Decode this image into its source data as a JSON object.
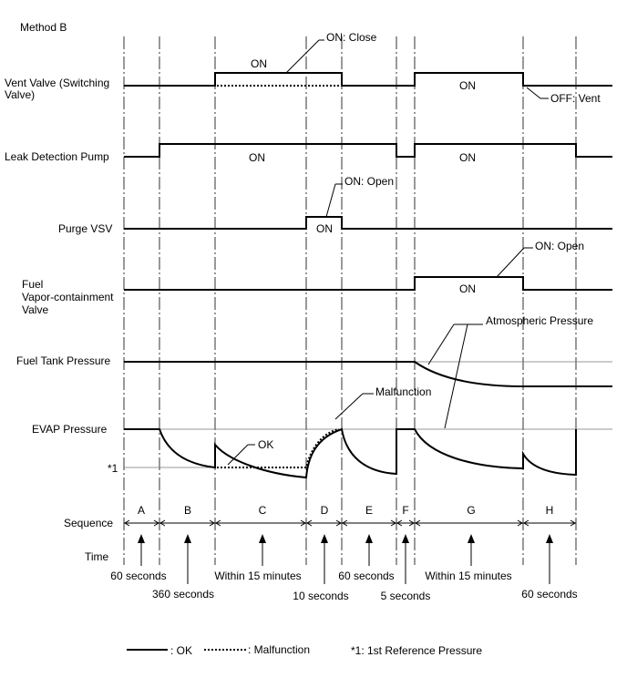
{
  "method": "Method B",
  "signals": {
    "vent_valve_line1": "Vent Valve (Switching",
    "vent_valve_line2": "Valve)",
    "leak_pump": "Leak Detection Pump",
    "purge_vsv": "Purge VSV",
    "fuel_valve_line1": "Fuel",
    "fuel_valve_line2": "Vapor-containment",
    "fuel_valve_line3": "Valve",
    "fuel_tank_pressure": "Fuel Tank Pressure",
    "evap_pressure": "EVAP Pressure",
    "reference_marker": "*1",
    "sequence": "Sequence",
    "time": "Time"
  },
  "state_labels": {
    "on": "ON",
    "on_close": "ON: Close",
    "on_open": "ON: Open",
    "off_vent": "OFF: Vent",
    "atmospheric_pressure": "Atmospheric Pressure",
    "malfunction": "Malfunction",
    "ok": "OK"
  },
  "sequence_steps": [
    "A",
    "B",
    "C",
    "D",
    "E",
    "F",
    "G",
    "H"
  ],
  "time_labels": {
    "a": "60 seconds",
    "b": "360 seconds",
    "c": "Within 15 minutes",
    "d": "10 seconds",
    "e": "60 seconds",
    "f": "5 seconds",
    "g": "Within 15 minutes",
    "h": "60 seconds"
  },
  "legend": {
    "ok": ": OK",
    "malfunction": ": Malfunction",
    "reference_note": "*1: 1st Reference Pressure"
  }
}
